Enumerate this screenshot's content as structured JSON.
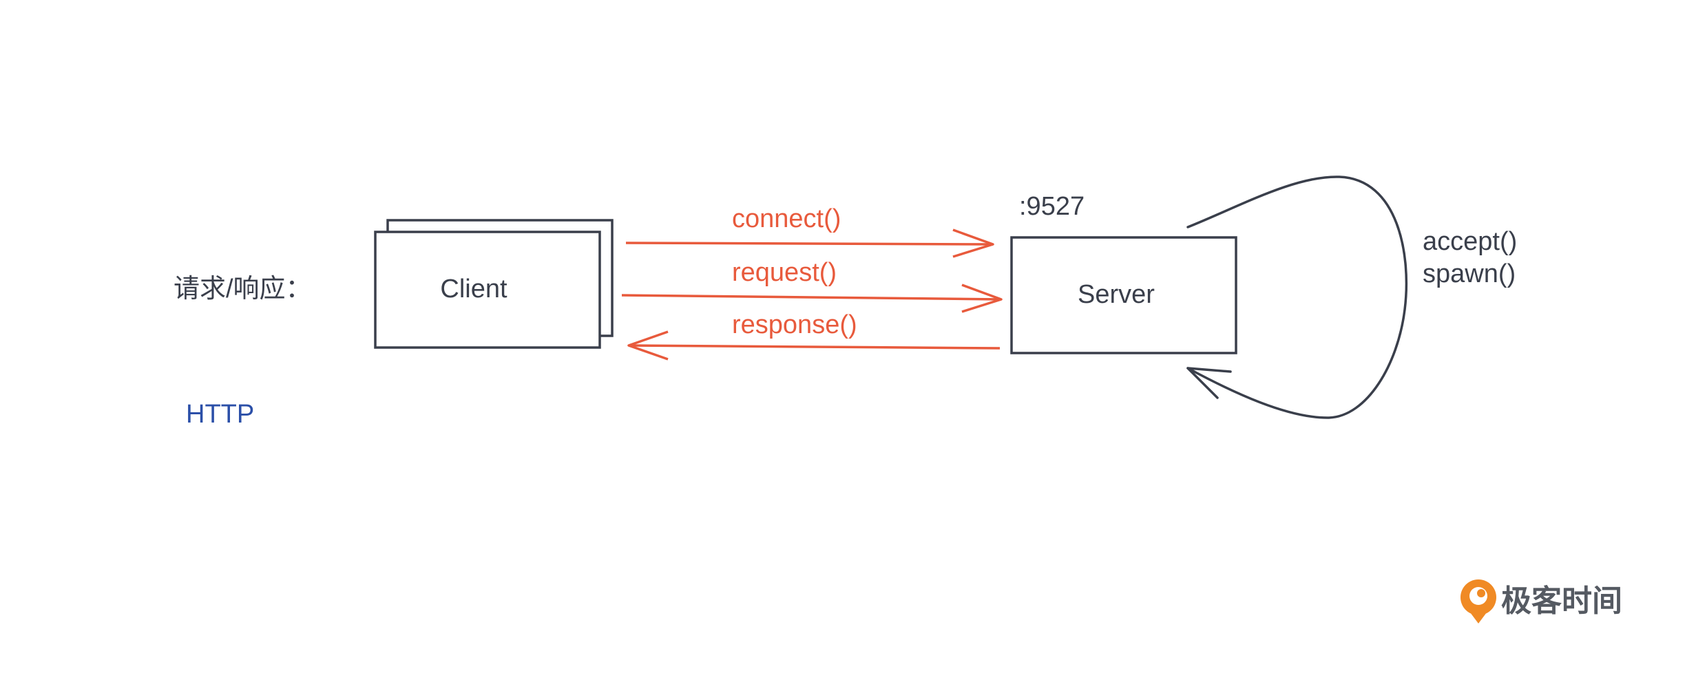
{
  "diagram": {
    "side_label": "请求/响应：",
    "protocol_label": "HTTP",
    "client_label": "Client",
    "server_label": "Server",
    "port_label": ":9527",
    "arrows": {
      "connect": "connect()",
      "request": "request()",
      "response": "response()"
    },
    "loop_labels": {
      "accept": "accept()",
      "spawn": "spawn()"
    }
  },
  "brand": {
    "name": "极客时间"
  },
  "colors": {
    "stroke": "#3a3f4b",
    "arrow": "#e85a3c",
    "protocol": "#2b4fa8",
    "logo": "#f08a24"
  }
}
